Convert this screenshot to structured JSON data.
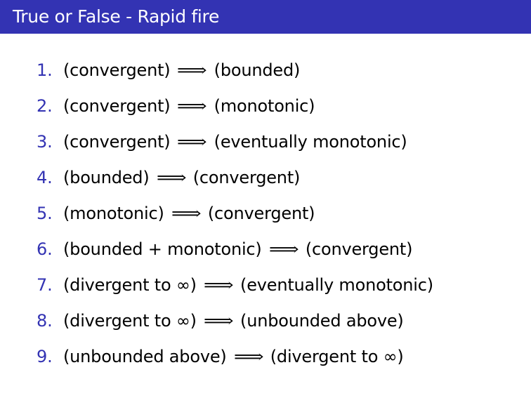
{
  "slide": {
    "title": "True or False - Rapid fire",
    "accent_color": "#3333b3",
    "implies_symbol": "⟹",
    "items": [
      {
        "number": "1.",
        "left": "(convergent)",
        "right": "(bounded)"
      },
      {
        "number": "2.",
        "left": "(convergent)",
        "right": "(monotonic)"
      },
      {
        "number": "3.",
        "left": "(convergent)",
        "right": "(eventually monotonic)"
      },
      {
        "number": "4.",
        "left": "(bounded)",
        "right": "(convergent)"
      },
      {
        "number": "5.",
        "left": "(monotonic)",
        "right": "(convergent)"
      },
      {
        "number": "6.",
        "left": "(bounded + monotonic)",
        "right": "(convergent)"
      },
      {
        "number": "7.",
        "left": "(divergent to ∞)",
        "right": "(eventually monotonic)"
      },
      {
        "number": "8.",
        "left": "(divergent to ∞)",
        "right": "(unbounded above)"
      },
      {
        "number": "9.",
        "left": "(unbounded above)",
        "right": "(divergent to ∞)"
      }
    ]
  }
}
